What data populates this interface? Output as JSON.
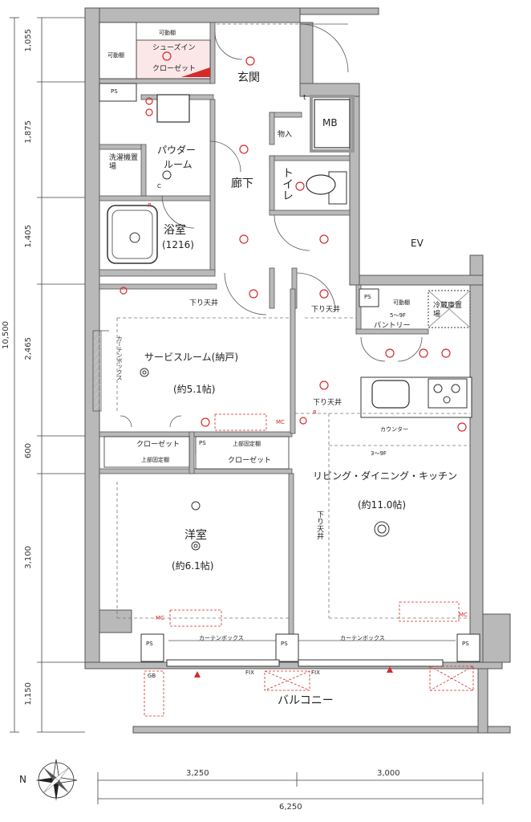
{
  "rooms": {
    "entrance": "玄関",
    "shoe_closet_1": "シューズイン",
    "shoe_closet_2": "クローゼット",
    "shelf": "可動棚",
    "powder_room_1": "パウダー",
    "powder_room_2": "ルーム",
    "laundry": "洗濯機置場",
    "bath": "浴室",
    "bath_size": "(1216)",
    "hallway": "廊下",
    "storage": "物入",
    "toilet": "トイレ",
    "mb": "MB",
    "ev": "EV",
    "service_room": "サービスルーム(納戸)",
    "service_room_size": "(約5.1帖)",
    "closet": "クローゼット",
    "upper_shelf": "上部固定棚",
    "western_room": "洋室",
    "western_room_size": "(約6.1帖)",
    "ldk": "リビング・ダイニング・キッチン",
    "ldk_size": "(約11.0帖)",
    "pantry": "パントリー",
    "pantry_floor": "5～9F",
    "fridge": "冷蔵庫置場",
    "counter": "カウンター",
    "floor_note": "3～9F",
    "balcony": "バルコニー",
    "ps": "PS",
    "lowered_ceiling": "下り天井",
    "curtain_box": "カーテンボックス",
    "fix": "FIX",
    "gb": "GB",
    "mc": "MC",
    "r_mark": "R",
    "c_mark": "C",
    "t_mark": "t"
  },
  "dimensions": {
    "total_height": "10,500",
    "rows": [
      "1,055",
      "1,875",
      "1,405",
      "2,465",
      "600",
      "3,100",
      "1,150"
    ],
    "bottom": [
      "3,250",
      "3,000"
    ],
    "total_width": "6,250"
  },
  "compass": {
    "north": "N"
  },
  "colors": {
    "wall": "#b9b9b9",
    "wall_edge": "#555555",
    "accent": "#d62a2a",
    "hatch": "#eeeeee",
    "line": "#333333"
  }
}
